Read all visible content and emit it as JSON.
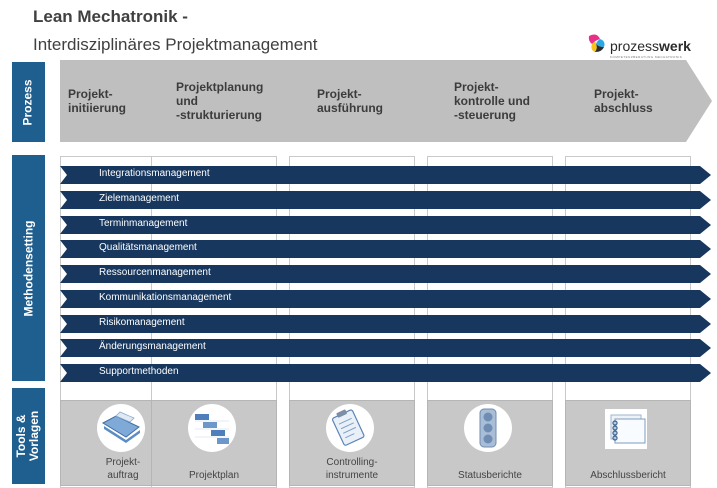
{
  "header": {
    "title": "Lean Mechatronik -",
    "subtitle": "Interdisziplinäres Projektmanagement"
  },
  "logo": {
    "brand_light": "prozess",
    "brand_bold": "werk",
    "tagline": "KOMPETENZBERATUNG MECHATRONIK"
  },
  "side_labels": {
    "process": "Prozess",
    "methods": "Methodensetting",
    "tools": "Tools & Vorlagen"
  },
  "phases": [
    {
      "line1": "Projekt-",
      "line2": "initiierung",
      "line3": ""
    },
    {
      "line1": "Projektplanung",
      "line2": "und",
      "line3": "-strukturierung"
    },
    {
      "line1": "Projekt-",
      "line2": "ausführung",
      "line3": ""
    },
    {
      "line1": "Projekt-",
      "line2": "kontrolle und",
      "line3": "-steuerung"
    },
    {
      "line1": "Projekt-",
      "line2": "abschluss",
      "line3": ""
    }
  ],
  "methods": [
    "Integrationsmanagement",
    "Zielemanagement",
    "Terminmanagement",
    "Qualitätsmanagement",
    "Ressourcenmanagement",
    "Kommunikationsmanagement",
    "Risikomanagement",
    "Änderungsmanagement",
    "Supportmethoden"
  ],
  "tools": [
    {
      "line1": "Projekt-",
      "line2": "auftrag",
      "icon": "folder-icon"
    },
    {
      "line1": "Projektplan",
      "line2": "",
      "icon": "gantt-icon"
    },
    {
      "line1": "Controlling-",
      "line2": "instrumente",
      "icon": "clipboard-icon"
    },
    {
      "line1": "Statusberichte",
      "line2": "",
      "icon": "traffic-light-icon"
    },
    {
      "line1": "Abschlussbericht",
      "line2": "",
      "icon": "binder-icon"
    }
  ],
  "colors": {
    "side_blue": "#1f5f8f",
    "bar_navy": "#17375e",
    "phase_gray": "#bfbfbf",
    "tool_gray": "#c8c8c8"
  }
}
